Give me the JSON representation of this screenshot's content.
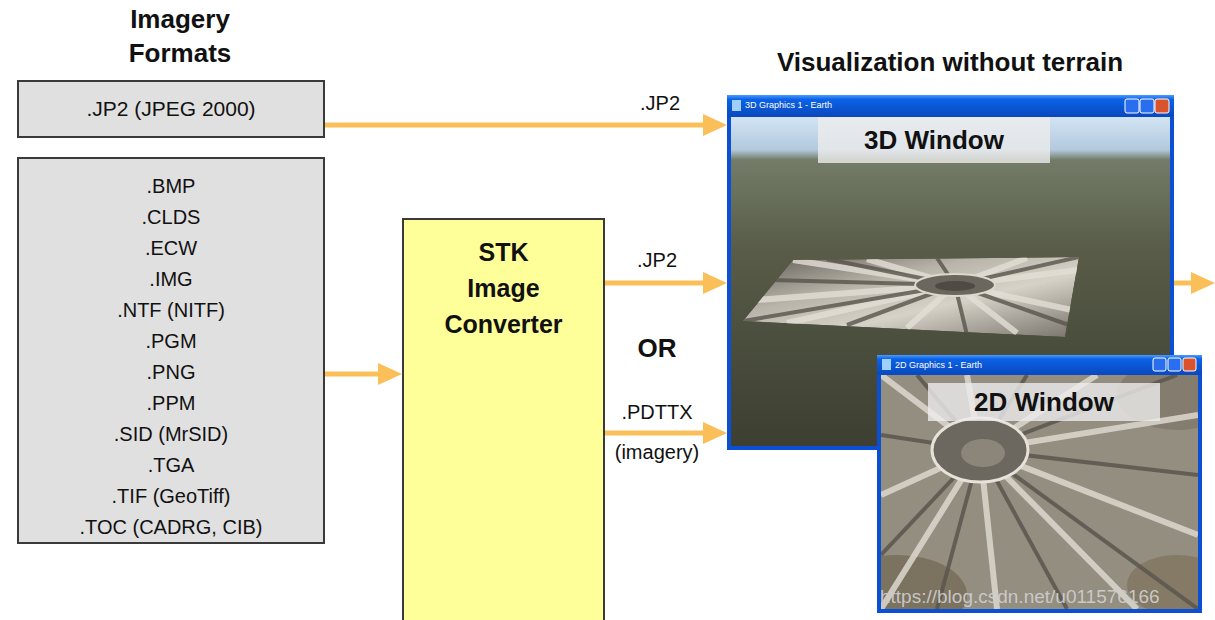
{
  "diagram": {
    "nodes": [
      {
        "text": [
          ".JP2 (JPEG 2000)"
        ]
      },
      {
        "text": [
          ".BMP",
          ".CLDS",
          ".ECW",
          ".IMG",
          ".NTF (NITF)",
          ".PGM",
          ".PNG",
          ".PPM",
          ".SID (MrSID)",
          ".TGA",
          ".TIF (GeoTiff)",
          ".TOC (CADRG, CIB)"
        ]
      },
      {
        "text": [
          "STK Image Converter"
        ]
      },
      {
        "text": [
          "3D Graphics 1 - Earth",
          "3D Window"
        ]
      },
      {
        "text": [
          "2D Graphics 1 - Earth",
          "2D Window"
        ]
      }
    ],
    "edges": [
      {
        "from": 0,
        "to": 3,
        "label": ".JP2",
        "arrow": "to"
      },
      {
        "from": 1,
        "to": 2,
        "arrow": "to"
      },
      {
        "from": 2,
        "to": 3,
        "label": ".JP2",
        "arrow": "to"
      },
      {
        "from": 2,
        "to": 3,
        "label": ".PDTTX (imagery)",
        "arrow": "to"
      }
    ],
    "labels": [
      "Imagery Formats",
      "Visualization without terrain",
      "OR",
      "https://blog.csdn.net/u011576166"
    ]
  }
}
